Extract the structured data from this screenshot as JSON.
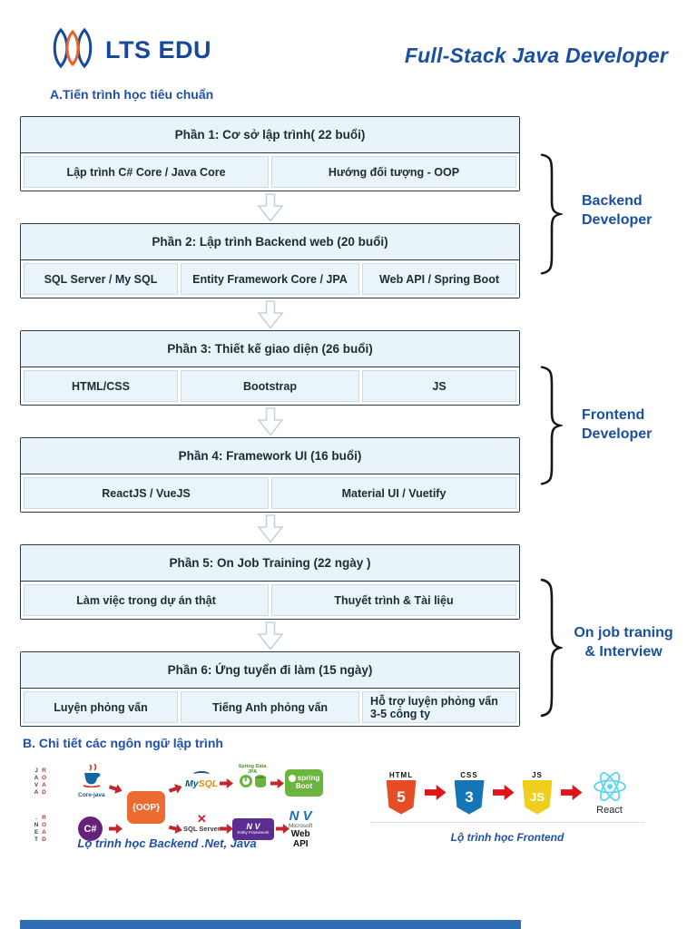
{
  "header": {
    "logo_text": "LTS EDU",
    "title": "Full-Stack Java Developer"
  },
  "section_a": {
    "heading": "A.Tiến trình học tiêu chuẩn",
    "phases": [
      {
        "title": "Phần 1: Cơ sở lập trình( 22 buổi)",
        "cells": [
          "Lập trình C# Core / Java Core",
          "Hướng đối tượng - OOP"
        ]
      },
      {
        "title": "Phần 2: Lập trình Backend web (20 buổi)",
        "cells": [
          "SQL Server / My SQL",
          "Entity Framework Core / JPA",
          "Web API / Spring Boot"
        ]
      },
      {
        "title": "Phần 3: Thiết kế giao diện (26 buổi)",
        "cells": [
          "HTML/CSS",
          "Bootstrap",
          "JS"
        ]
      },
      {
        "title": "Phần 4: Framework UI (16 buổi)",
        "cells": [
          "ReactJS / VueJS",
          "Material UI / Vuetify"
        ]
      },
      {
        "title": "Phần 5: On Job Training (22 ngày )",
        "cells": [
          "Làm việc trong dự án thật",
          "Thuyết trình & Tài liệu"
        ]
      },
      {
        "title": "Phần 6: Ứng tuyển đi làm (15 ngày)",
        "cells": [
          "Luyện phỏng vấn",
          "Tiếng Anh phỏng vấn",
          "Hỗ trợ luyện phỏng vấn 3-5 công ty"
        ]
      }
    ],
    "groups": [
      {
        "line1": "Backend",
        "line2": "Developer"
      },
      {
        "line1": "Frontend",
        "line2": "Developer"
      },
      {
        "line1": "On job traning",
        "line2": "& Interview"
      }
    ]
  },
  "section_b": {
    "heading": "B. Chi tiết các ngôn ngữ lập trình",
    "backend": {
      "java_road_word1": "JAVA",
      "java_road_word2": "ROAD",
      "net_road_word1": ".NET",
      "net_road_word2": "ROAD",
      "core_java_label": "Core-java",
      "oop_label": "{OOP}",
      "mysql_label_my": "My",
      "mysql_label_sql": "SQL",
      "spring_jpa_label": "Spring Data JPA",
      "spring_boot_label1": "spring",
      "spring_boot_label2": "Boot",
      "csharp_label": "C#",
      "sql_server_x": "✕",
      "sql_server_label": "SQL Server",
      "entity_framework_nv": "N V",
      "entity_framework_label": "Entity Framework",
      "webapi_nv": "N V",
      "webapi_microsoft": "Microsoft",
      "webapi_label": "Web API",
      "caption": "Lộ trình học Backend .Net, Java"
    },
    "frontend": {
      "html_tag": "HTML",
      "html_num": "5",
      "css_tag": "CSS",
      "css_num": "3",
      "js_tag": "JS",
      "js_num": "JS",
      "react_label": "React",
      "caption": "Lộ trình học Frontend"
    }
  },
  "colors": {
    "accent_blue": "#1b4fa0",
    "heading_blue": "#2050a8",
    "box_header_bg": "#e9f3fa",
    "box_cell_bg": "#eaf4fb",
    "box_border": "#2a3947",
    "red_arrow": "#c1272d",
    "oop_orange": "#ec6b33",
    "footer_bar": "#2f6db5"
  }
}
